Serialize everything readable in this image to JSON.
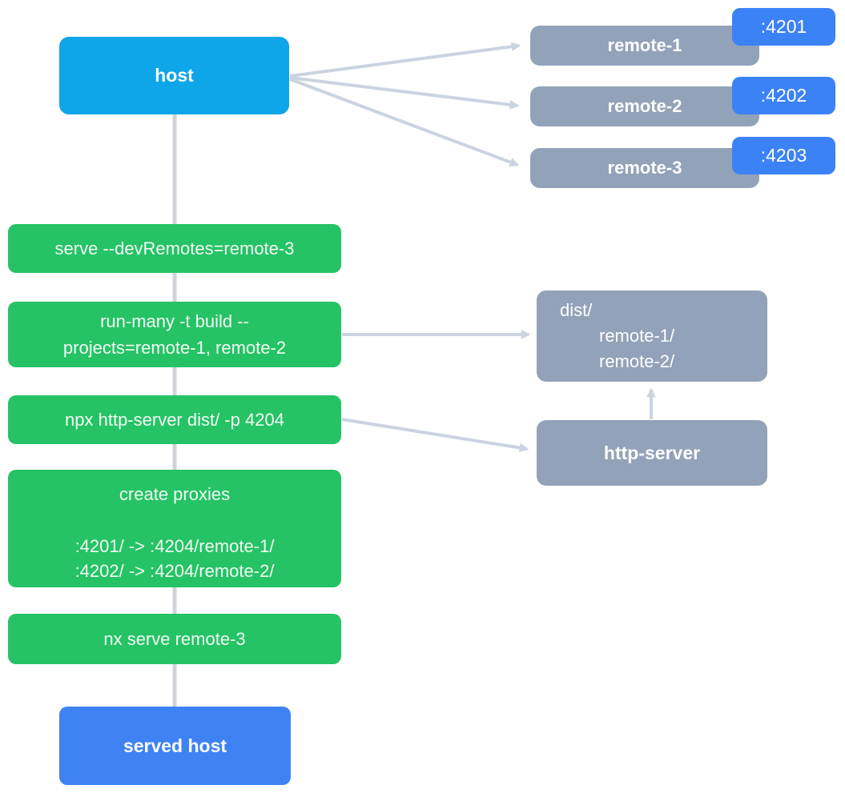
{
  "diagram": {
    "host": {
      "label": "host"
    },
    "remotes": [
      {
        "label": "remote-1",
        "port": ":4201"
      },
      {
        "label": "remote-2",
        "port": ":4202"
      },
      {
        "label": "remote-3",
        "port": ":4203"
      }
    ],
    "steps": [
      {
        "command": "serve --devRemotes=remote-3"
      },
      {
        "command_line_1": "run-many -t build --",
        "command_line_2": "projects=remote-1, remote-2"
      },
      {
        "command": "npx http-server dist/ -p 4204"
      },
      {
        "title": "create proxies",
        "rules": [
          ":4201/ -> :4204/remote-1/",
          ":4202/ -> :4204/remote-2/"
        ]
      },
      {
        "command": "nx serve remote-3"
      }
    ],
    "dist_folder": {
      "root": "dist/",
      "entries": [
        "remote-1/",
        "remote-2/"
      ]
    },
    "http_server": {
      "label": "http-server"
    },
    "served_host": {
      "label": "served host"
    },
    "colors": {
      "host_blue": "#0ea5e9",
      "port_badge_blue": "#3b82f6",
      "served_host_blue": "#3e82f4",
      "step_green": "#25c365",
      "node_gray": "#92a2b8",
      "connector_gray": "#cbd3e1",
      "spine_gray": "#d0d3d9"
    }
  }
}
